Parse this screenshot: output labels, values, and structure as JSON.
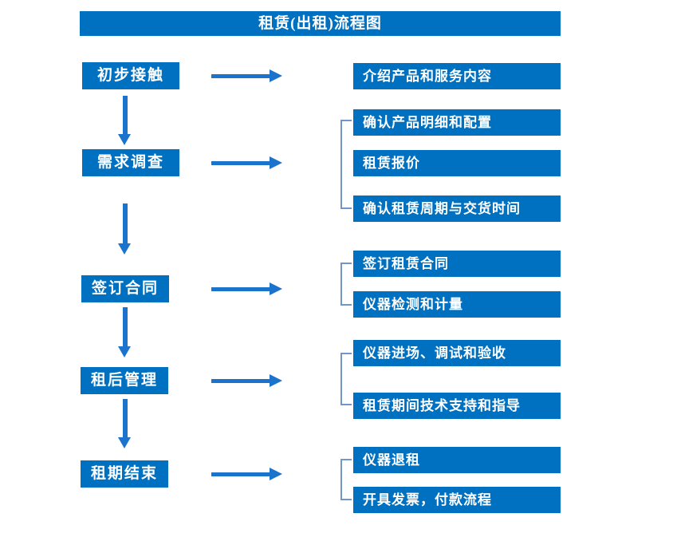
{
  "title": "租赁(出租)流程图",
  "colors": {
    "box_blue": "#0070C0",
    "arrow_blue": "#1B73CC",
    "bracket_blue": "#7396C8",
    "text_white": "#FFFFFF",
    "background": "#FFFFFF"
  },
  "stages": [
    {
      "label": "初步接触",
      "details": [
        "介绍产品和服务内容"
      ]
    },
    {
      "label": "需求调查",
      "details": [
        "确认产品明细和配置",
        "租赁报价",
        "确认租赁周期与交货时间"
      ]
    },
    {
      "label": "签订合同",
      "details": [
        "签订租赁合同",
        "仪器检测和计量"
      ]
    },
    {
      "label": "租后管理",
      "details": [
        "仪器进场、调试和验收",
        "租赁期间技术支持和指导"
      ]
    },
    {
      "label": "租期结束",
      "details": [
        "仪器退租",
        "开具发票，付款流程"
      ]
    }
  ]
}
